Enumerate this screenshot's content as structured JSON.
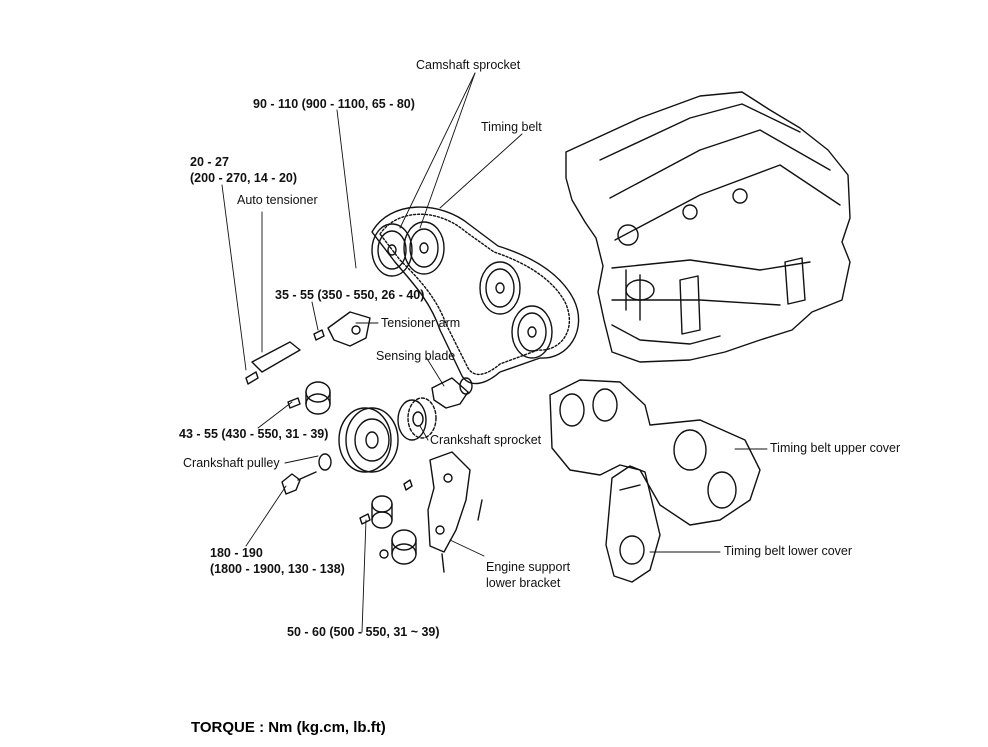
{
  "callouts": {
    "camshaft_sprocket": "Camshaft sprocket",
    "timing_belt": "Timing belt",
    "auto_tensioner": "Auto tensioner",
    "tensioner_arm": "Tensioner arm",
    "sensing_blade": "Sensing blade",
    "crankshaft_sprocket": "Crankshaft sprocket",
    "crankshaft_pulley": "Crankshaft pulley",
    "timing_belt_upper_cover": "Timing belt upper cover",
    "timing_belt_lower_cover": "Timing belt lower cover",
    "engine_support_line1": "Engine support",
    "engine_support_line2": "lower bracket"
  },
  "torques": {
    "cam_bolt": "90 - 110 (900 - 1100, 65 - 80)",
    "tensioner_line1": "20 - 27",
    "tensioner_line2": "(200 - 270, 14 - 20)",
    "arm": "35 - 55 (350 - 550, 26 - 40)",
    "idler": "43 - 55 (430 - 550, 31 - 39)",
    "crank_line1": "180 - 190",
    "crank_line2": "(1800 - 1900, 130 - 138)",
    "bracket": "50 - 60 (500 - 550, 31 ~ 39)"
  },
  "footer": "TORQUE : Nm (kg.cm, lb.ft)"
}
